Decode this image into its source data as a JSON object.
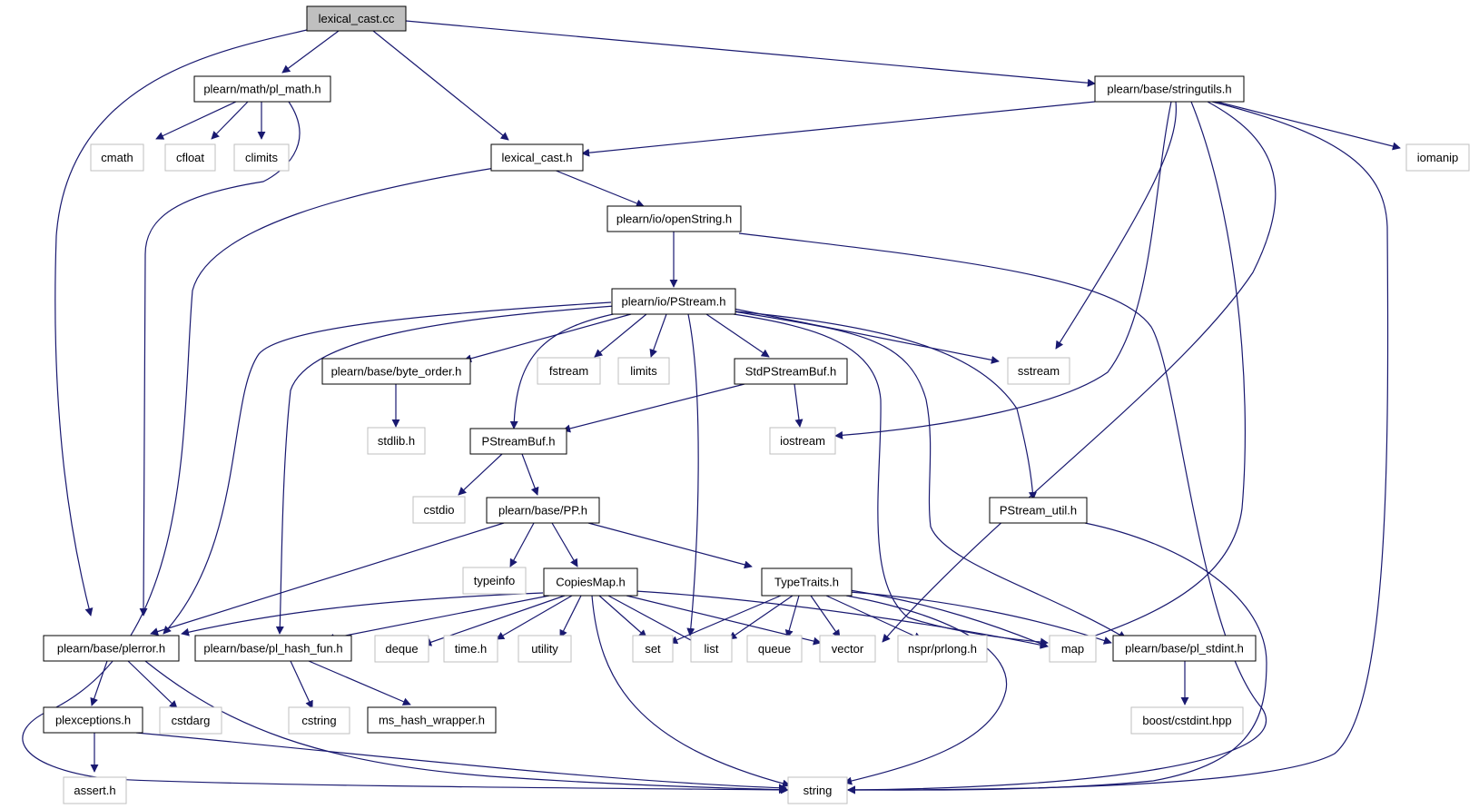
{
  "colors": {
    "edge": "#191970",
    "node_border": "#000000",
    "system_border": "#bfbfbf",
    "root_fill": "#bfbfbf",
    "node_fill": "#ffffff"
  },
  "nodes": {
    "lexical_cast_cc": "lexical_cast.cc",
    "pl_math": "plearn/math/pl_math.h",
    "stringutils": "plearn/base/stringutils.h",
    "cmath": "cmath",
    "cfloat": "cfloat",
    "climits": "climits",
    "lexical_cast_h": "lexical_cast.h",
    "iomanip": "iomanip",
    "openString": "plearn/io/openString.h",
    "PStream": "plearn/io/PStream.h",
    "byte_order": "plearn/base/byte_order.h",
    "fstream": "fstream",
    "limits": "limits",
    "StdPStreamBuf": "StdPStreamBuf.h",
    "sstream": "sstream",
    "stdlib": "stdlib.h",
    "PStreamBuf": "PStreamBuf.h",
    "iostream": "iostream",
    "cstdio": "cstdio",
    "PP": "plearn/base/PP.h",
    "PStream_util": "PStream_util.h",
    "typeinfo": "typeinfo",
    "CopiesMap": "CopiesMap.h",
    "TypeTraits": "TypeTraits.h",
    "plerror": "plearn/base/plerror.h",
    "pl_hash_fun": "plearn/base/pl_hash_fun.h",
    "deque": "deque",
    "time_h": "time.h",
    "utility": "utility",
    "set": "set",
    "list": "list",
    "queue": "queue",
    "vector": "vector",
    "prlong": "nspr/prlong.h",
    "map": "map",
    "pl_stdint": "plearn/base/pl_stdint.h",
    "plexceptions": "plexceptions.h",
    "cstdarg": "cstdarg",
    "cstring": "cstring",
    "ms_hash_wrapper": "ms_hash_wrapper.h",
    "cstdint": "boost/cstdint.hpp",
    "assert": "assert.h",
    "string": "string"
  }
}
